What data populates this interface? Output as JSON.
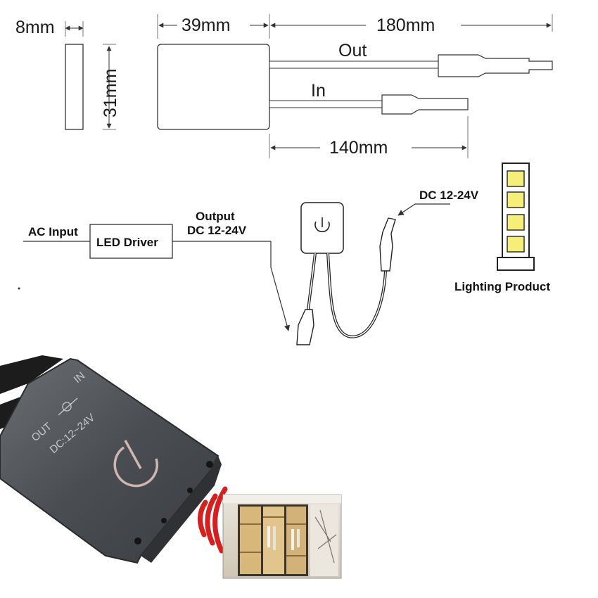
{
  "dimensions": {
    "width": "8mm",
    "height": "31mm",
    "length": "39mm",
    "out_cable": "180mm",
    "in_cable": "140mm",
    "out_label": "Out",
    "in_label": "In"
  },
  "wiring": {
    "ac_input": "AC Input",
    "driver": "LED Driver",
    "output_line1": "Output",
    "output_line2": "DC 12-24V",
    "dc_voltage": "DC 12-24V",
    "lighting_product": "Lighting Product"
  },
  "device": {
    "out_label": "OUT",
    "in_label": "IN",
    "voltage": "DC:12~24V"
  },
  "colors": {
    "led_chip": "#f5ef7a",
    "sensor_wave": "#d62020",
    "device_case": "#4a4d52"
  }
}
